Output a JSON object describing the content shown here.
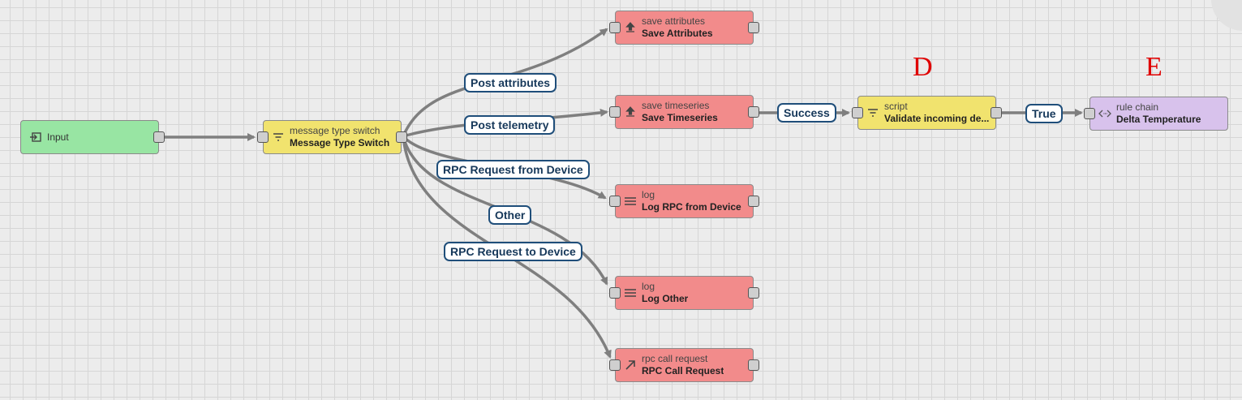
{
  "nodes": {
    "input": {
      "single": "Input",
      "color": "#98e5a3",
      "icon": "input-icon"
    },
    "switch": {
      "type": "message type switch",
      "name": "Message Type Switch",
      "color": "#f1e36e",
      "icon": "filter-icon"
    },
    "save_attributes": {
      "type": "save attributes",
      "name": "Save Attributes",
      "color": "#f28b8b",
      "icon": "upload-icon"
    },
    "save_timeseries": {
      "type": "save timeseries",
      "name": "Save Timeseries",
      "color": "#f28b8b",
      "icon": "upload-icon"
    },
    "log_rpc": {
      "type": "log",
      "name": "Log RPC from Device",
      "color": "#f28b8b",
      "icon": "menu-icon"
    },
    "log_other": {
      "type": "log",
      "name": "Log Other",
      "color": "#f28b8b",
      "icon": "menu-icon"
    },
    "rpc_call": {
      "type": "rpc call request",
      "name": "RPC Call Request",
      "color": "#f28b8b",
      "icon": "arrow-up-right-icon"
    },
    "script": {
      "type": "script",
      "name": "Validate incoming de...",
      "color": "#f1e36e",
      "icon": "filter-icon"
    },
    "rule_chain": {
      "type": "rule chain",
      "name": "Delta Temperature",
      "color": "#d8c2ec",
      "icon": "code-icon"
    }
  },
  "links": {
    "post_attributes": "Post attributes",
    "post_telemetry": "Post telemetry",
    "rpc_from_device": "RPC Request from Device",
    "other": "Other",
    "rpc_to_device": "RPC Request to Device",
    "success": "Success",
    "true": "True"
  },
  "markers": {
    "d": "D",
    "e": "E"
  },
  "colors": {
    "wire": "#7f7f7f",
    "label_border": "#1f4e7a",
    "marker": "#e00000"
  }
}
